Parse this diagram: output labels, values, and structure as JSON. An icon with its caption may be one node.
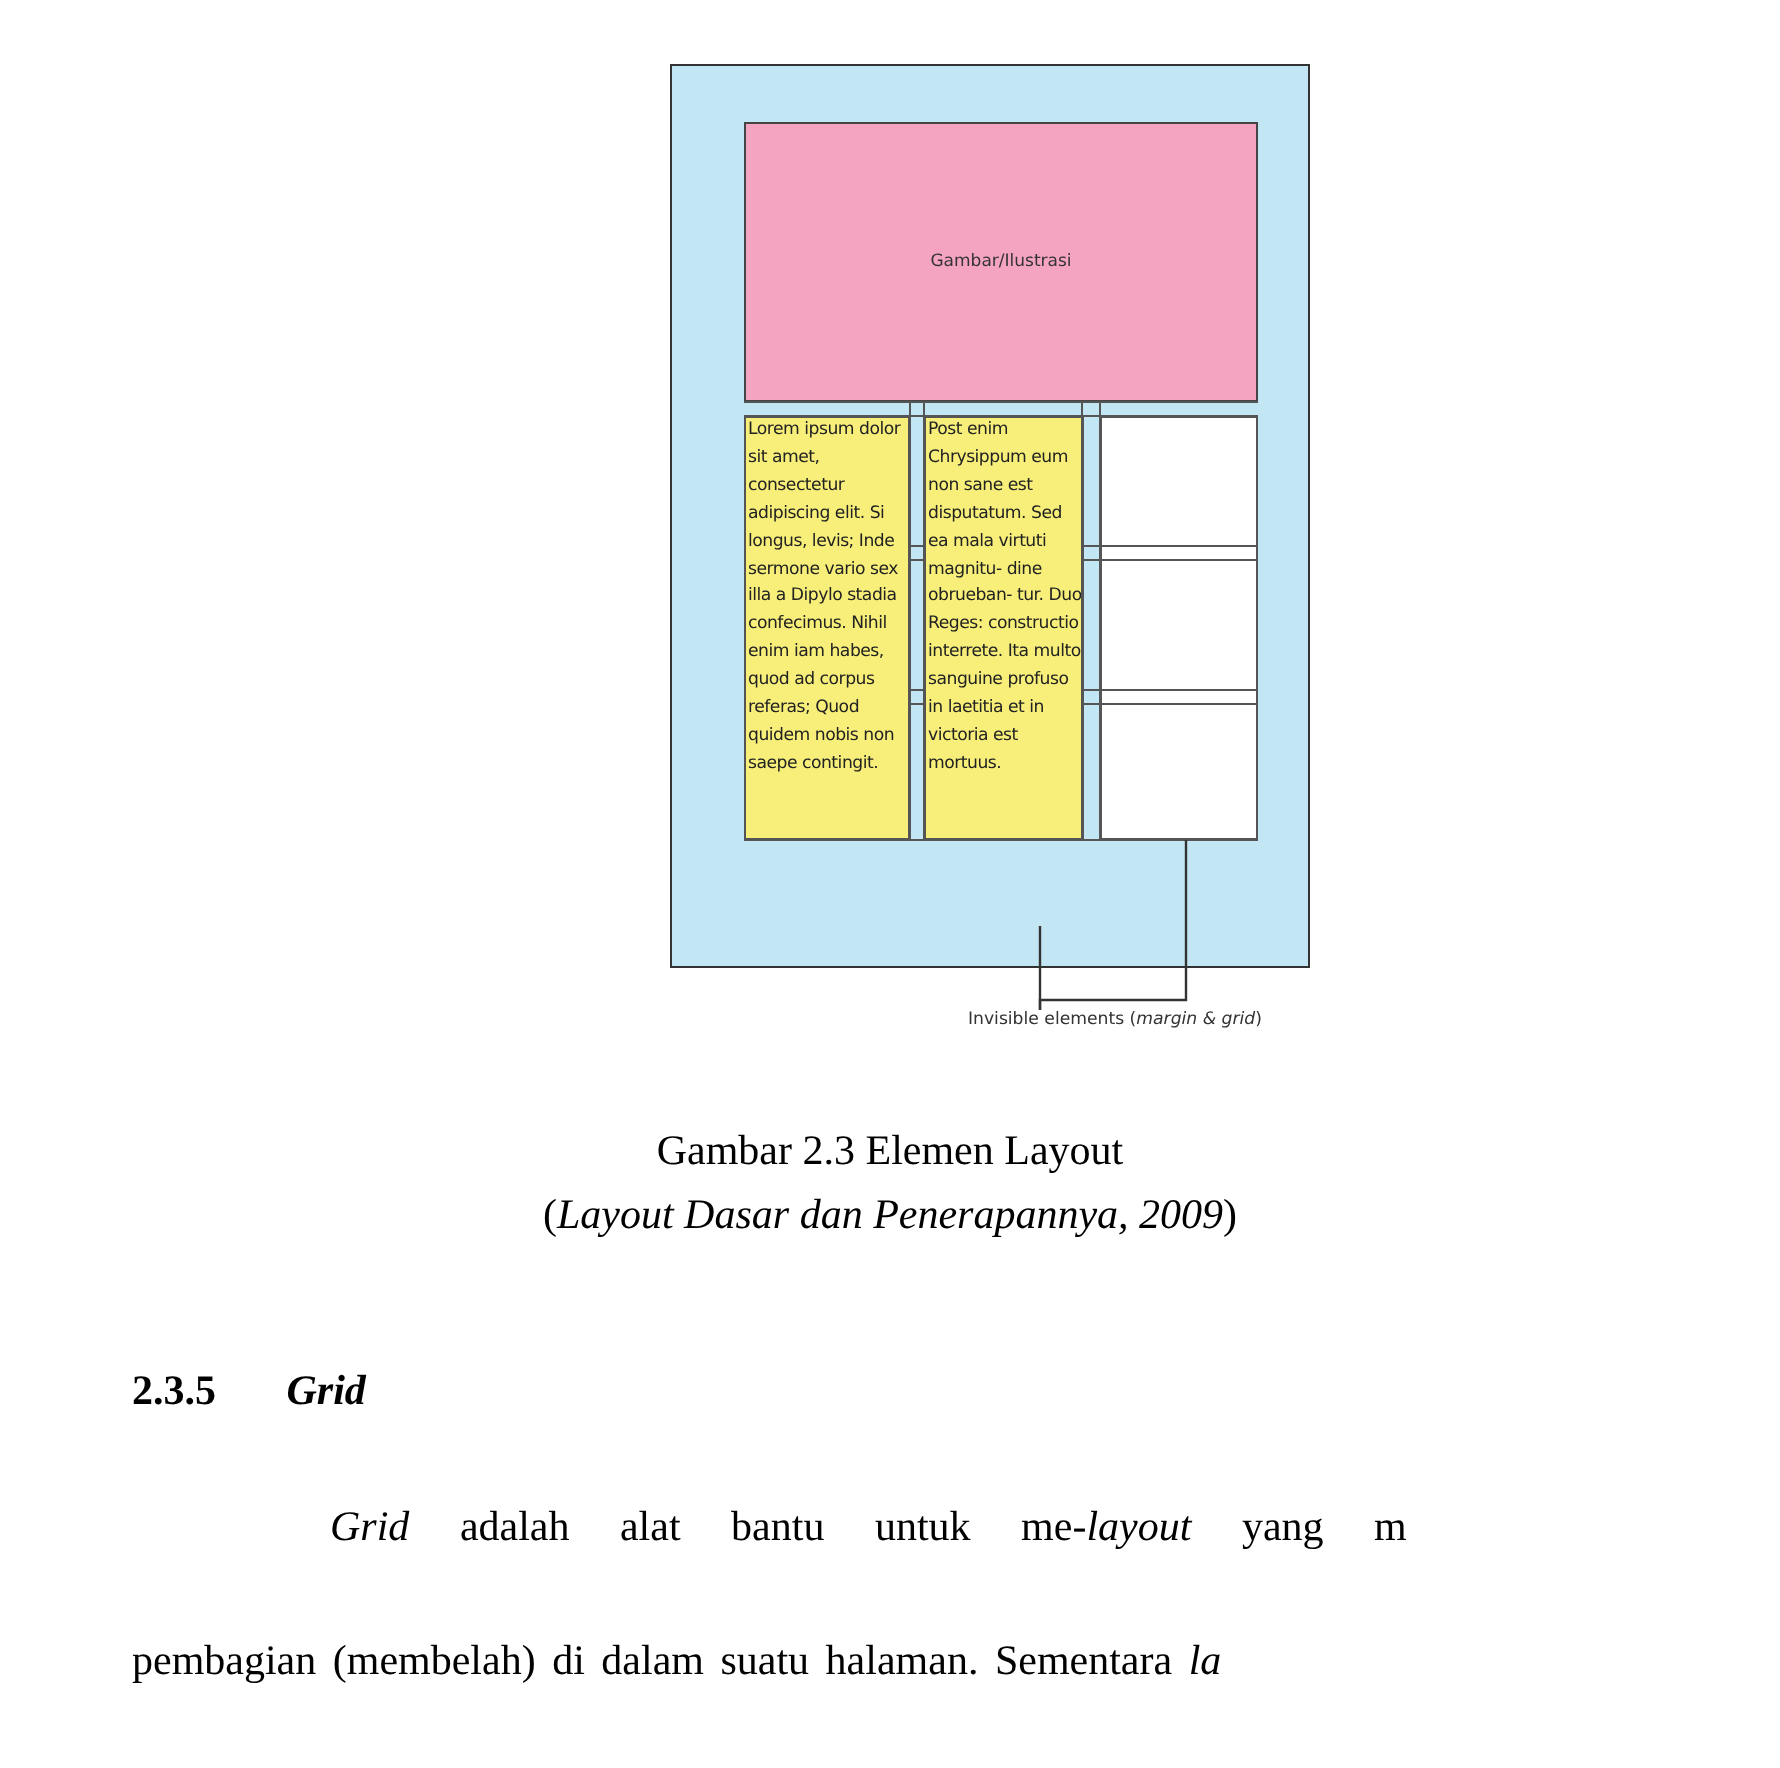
{
  "diagram": {
    "caption": "Gambar 2.3 Elemen Layout",
    "nodes": [
      {
        "text": [],
        "shape": "box"
      },
      {
        "text": [
          "Gambar/Ilustrasi"
        ],
        "in": 0
      },
      {
        "text": [
          "Lorem ipsum dolor sit amet, consectetur adipiscing elit. Si longus, levis; Inde sermone vario sex illa a Dipylo stadia confecimus. Nihil enim iam habes, quod ad corpus referas; Quod quidem nobis non saepe contingit."
        ],
        "in": 0
      },
      {
        "text": [
          "Post enim Chrysippum eum non sane est disputatum. Sed ea mala virtuti magnitu- dine obrueban- tur. Duo Reges: constructio interrete. Ita multo sanguine profuso in laetitia et in victoria est mortuus."
        ],
        "in": 0
      },
      {
        "text": [],
        "shape": "box",
        "in": 0
      },
      {
        "text": [
          "Invisible elements (*margin & grid*)"
        ]
      }
    ],
    "edges": [
      {
        "from": 5,
        "to": 0,
        "arrow": "none"
      },
      {
        "from": 5,
        "to": 4,
        "arrow": "none"
      }
    ],
    "labels": [
      "(*Layout Dasar dan Penerapannya, 2009*)",
      "2.3.5 *Grid*",
      "*Grid* adalah alat bantu untuk me-*layout* yang m",
      "pembagian (membelah) di dalam suatu halaman. Sementara *la*"
    ]
  }
}
